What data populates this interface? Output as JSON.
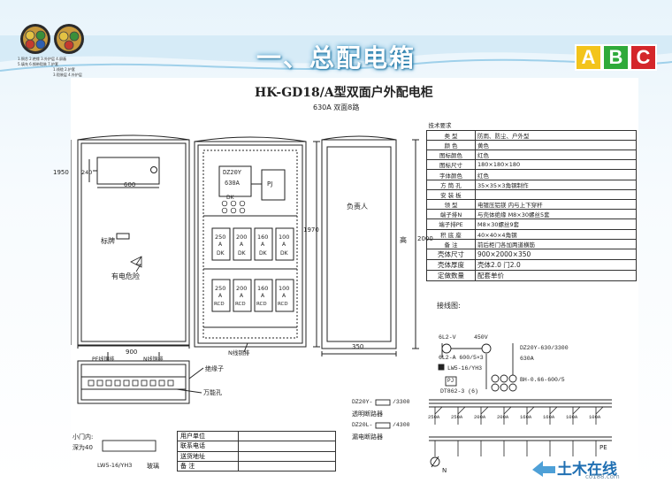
{
  "slide": {
    "title": "一、总配电箱"
  },
  "badge": {
    "letters": [
      "A",
      "B",
      "C"
    ],
    "colors": [
      "#f3c41b",
      "#2faa3a",
      "#d4262a"
    ]
  },
  "logos": {
    "caption_lines": [
      "1.铜芯 2.绝缘 3.外护层 4.屏蔽",
      "5.填充 6.钢带铠装 7.护套",
      "1.线缆 2.护套",
      "3.铠装层 4.外护层"
    ]
  },
  "drawing": {
    "title": "HK-GD18/A型双面户外配电柜",
    "subtitle": "630A    双面8路",
    "front": {
      "height_label": "1950",
      "inner_height": "240",
      "inner_width": "600",
      "width_label": "900",
      "nameplate": "标牌",
      "warning": "有电危险",
      "pe_bar": "PE线铜排",
      "n_bar": "N线铜排",
      "insulator": "绝缘子",
      "holes": "万能孔",
      "small_door": "小门内:",
      "depth": "深为40",
      "lw5": "LW5-16/YH3",
      "glass": "玻璃"
    },
    "inner": {
      "main_switch": "DZ20Y",
      "main_rating": "630A",
      "dk": "DK",
      "pj": "PJ",
      "row1_ratings": [
        "250",
        "200",
        "160",
        "100"
      ],
      "row1_labels": [
        "DK",
        "DK",
        "DK",
        "DK"
      ],
      "row2_ratings": [
        "250",
        "200",
        "160",
        "100"
      ],
      "row2_labels": [
        "RCD",
        "RCD",
        "RCD",
        "RCD"
      ],
      "amp": "A",
      "height_label": "1970",
      "n_bar": "N线铜排"
    },
    "side": {
      "person": "负责人",
      "height_word": "高",
      "height_label": "2000",
      "width_label": "350"
    },
    "spec": {
      "header": "技术要求",
      "rows": [
        [
          "类    型",
          "防雨、防尘、户外型"
        ],
        [
          "颜    色",
          "黄色"
        ],
        [
          "图标颜色",
          "红色"
        ],
        [
          "图标尺寸",
          "180×180×180"
        ],
        [
          "字体颜色",
          "红色"
        ],
        [
          "方 筒 孔",
          "35×35×3角钢制作"
        ],
        [
          "安 装 板",
          ""
        ],
        [
          "领    型",
          "电镀压铝镁 内与上下穿杆"
        ],
        [
          "端子排N",
          "与壳体绝缘  M8×30螺丝5套"
        ],
        [
          "端子排PE",
          "M8×30螺丝9套"
        ],
        [
          "积 底 座",
          "40×40×4角钢"
        ],
        [
          "备    注",
          "前后柜门各加两道横筋"
        ]
      ],
      "big_rows": [
        [
          "壳体尺寸",
          "900×2000×350"
        ],
        [
          "壳体厚度",
          "壳体2.0  门2.0"
        ],
        [
          "定做数量",
          "配套单价"
        ]
      ]
    },
    "wiring": {
      "title": "接线图:",
      "v1": "6L2-V",
      "v2": "450V",
      "a_line": "6L2-A  600/5×3",
      "main_sw": "DZ20Y-630/3300",
      "main_amp": "630A",
      "lw5": "LW5-16/YH3",
      "pj": "PJ",
      "bh": "BH-0.66-600/5",
      "dt": "DT862-3 (6)",
      "legend1_code": "DZ20Y-",
      "legend1_suffix": "/3300",
      "legend1_name": "透明断路器",
      "legend2_code": "DZ20L-",
      "legend2_suffix": "/4300",
      "legend2_name": "漏电断路器",
      "branch_ratings": [
        "250A",
        "250A",
        "200A",
        "200A",
        "160A",
        "160A",
        "100A",
        "100A"
      ],
      "pe": "PE",
      "n": "N"
    },
    "user_table": [
      [
        "用户单位",
        ""
      ],
      [
        "联系电话",
        ""
      ],
      [
        "送货地址",
        ""
      ],
      [
        "备    注",
        ""
      ]
    ]
  },
  "watermark": {
    "text": "土木在线",
    "url": "co188.com"
  }
}
